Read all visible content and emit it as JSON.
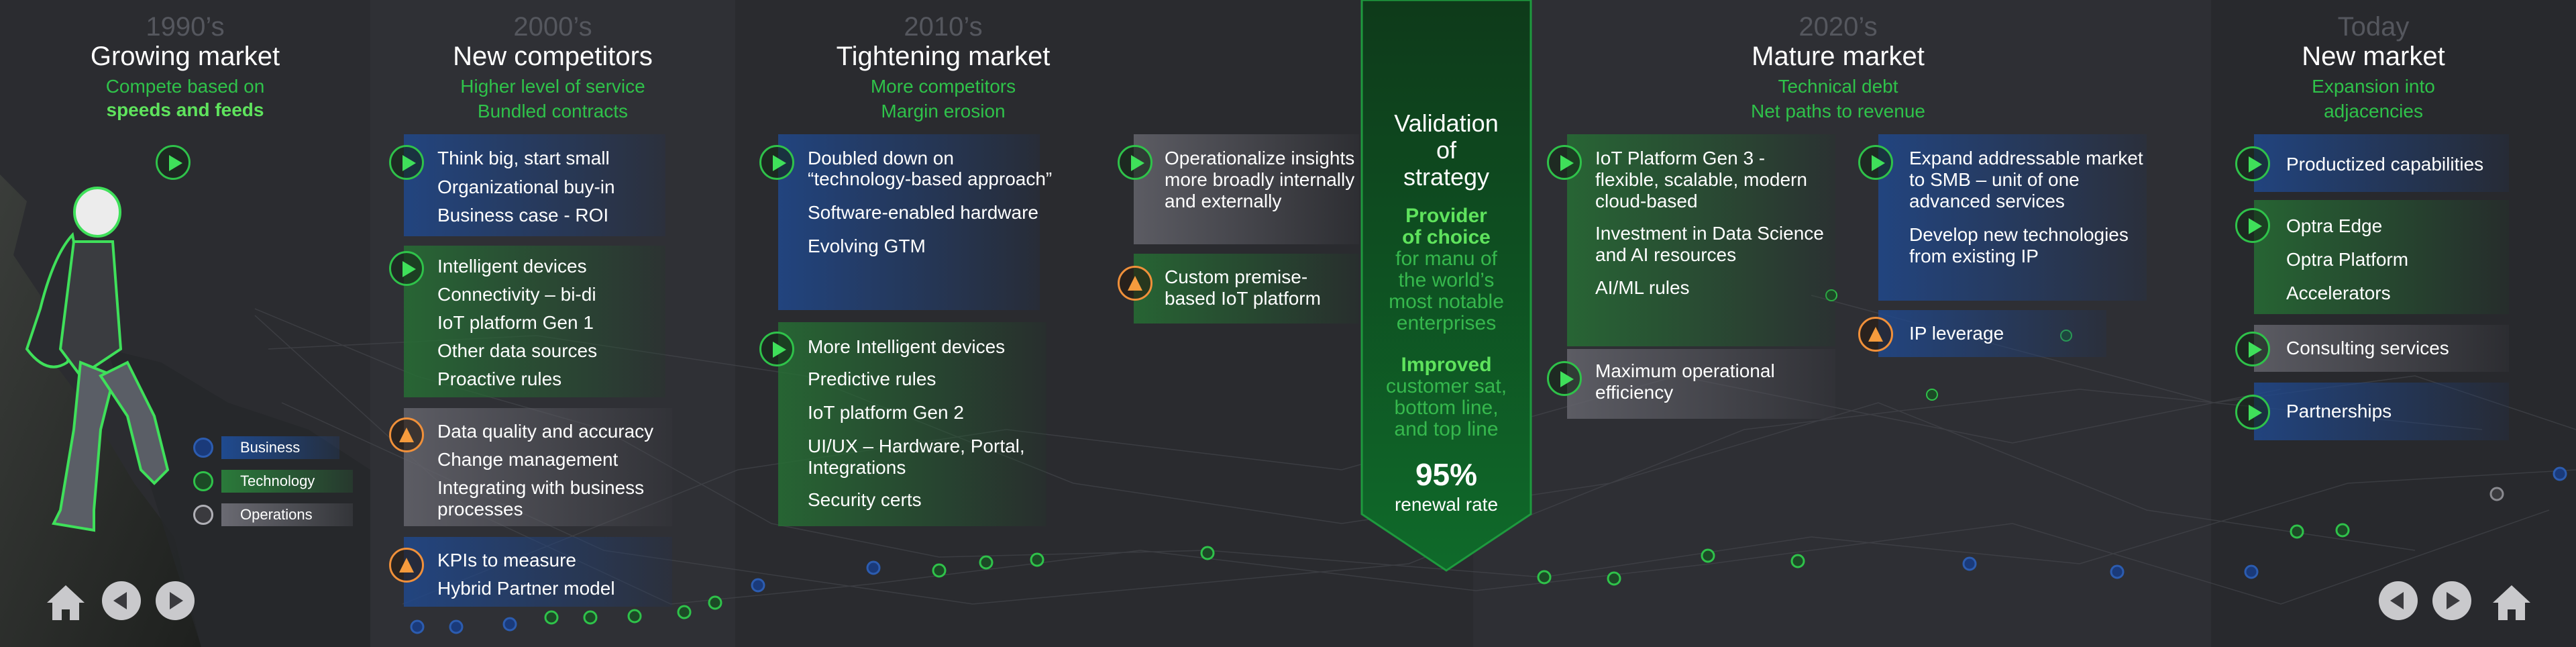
{
  "eras": [
    {
      "year": "1990’s",
      "name": "Growing market",
      "subs": [
        "Compete based on"
      ],
      "sub_bold": "speeds and feeds"
    },
    {
      "year": "2000’s",
      "name": "New competitors",
      "subs": [
        "Higher level of service",
        "Bundled contracts"
      ]
    },
    {
      "year": "2010’s",
      "name": "Tightening market",
      "subs": [
        "More competitors",
        "Margin erosion"
      ]
    },
    {
      "year": "2020’s",
      "name": "Mature market",
      "subs": [
        "Technical debt",
        "Net paths to revenue"
      ]
    },
    {
      "year": "Today",
      "name": "New market",
      "subs": [
        "Expansion into",
        "adjacencies"
      ]
    }
  ],
  "legend": {
    "business": "Business",
    "technology": "Technology",
    "operations": "Operations"
  },
  "era2000": {
    "business": [
      "Think big, start small",
      "Organizational buy-in",
      "Business case - ROI"
    ],
    "technology": [
      "Intelligent devices",
      "Connectivity – bi-di",
      "IoT platform Gen 1",
      "Other data sources",
      "Proactive rules"
    ],
    "ops": [
      "Data quality and accuracy",
      "Change management",
      "Integrating with business",
      "processes"
    ],
    "business2": [
      "KPIs to measure",
      "Hybrid Partner model"
    ]
  },
  "era2010": {
    "business": [
      "Doubled down on",
      "“technology-based approach”",
      "Software-enabled hardware",
      "Evolving GTM"
    ],
    "technology": [
      "More Intelligent devices",
      "Predictive rules",
      "IoT platform Gen 2",
      "UI/UX – Hardware, Portal,",
      "Integrations",
      "Security certs"
    ],
    "ops": [
      "Operationalize insights",
      "more broadly internally",
      "and externally"
    ],
    "technology2": [
      "Custom premise-",
      "based IoT platform"
    ]
  },
  "center": {
    "title": [
      "Validation",
      "of",
      "strategy"
    ],
    "strong1": [
      "Provider",
      "of choice"
    ],
    "sub1": [
      "for manu of",
      "the world’s",
      "most notable",
      "enterprises"
    ],
    "strong2": [
      "Improved"
    ],
    "sub2": [
      "customer sat,",
      "bottom line,",
      "and top line"
    ],
    "big": "95%",
    "small": "renewal rate"
  },
  "era2020": {
    "technology": [
      "IoT Platform Gen 3 -",
      "flexible, scalable, modern",
      "cloud-based",
      "Investment in Data Science",
      "and AI resources",
      "AI/ML rules"
    ],
    "ops": [
      "Maximum operational",
      "efficiency"
    ],
    "business": [
      "Expand addressable market",
      "to SMB – unit of one",
      "advanced services",
      "Develop new technologies",
      "from existing IP"
    ],
    "business2": [
      "IP leverage"
    ]
  },
  "today": {
    "items": [
      "Productized capabilities",
      "Optra Edge",
      "Optra Platform",
      "Accelerators",
      "Consulting services",
      "Partnerships"
    ]
  },
  "colors": {
    "accent_green": "#2fc24a",
    "bright_green": "#5fe35d",
    "business_blue": "#20488c",
    "tech_green": "#266e34",
    "ops_gray": "#64646c",
    "warn_orange": "#f0903a"
  }
}
